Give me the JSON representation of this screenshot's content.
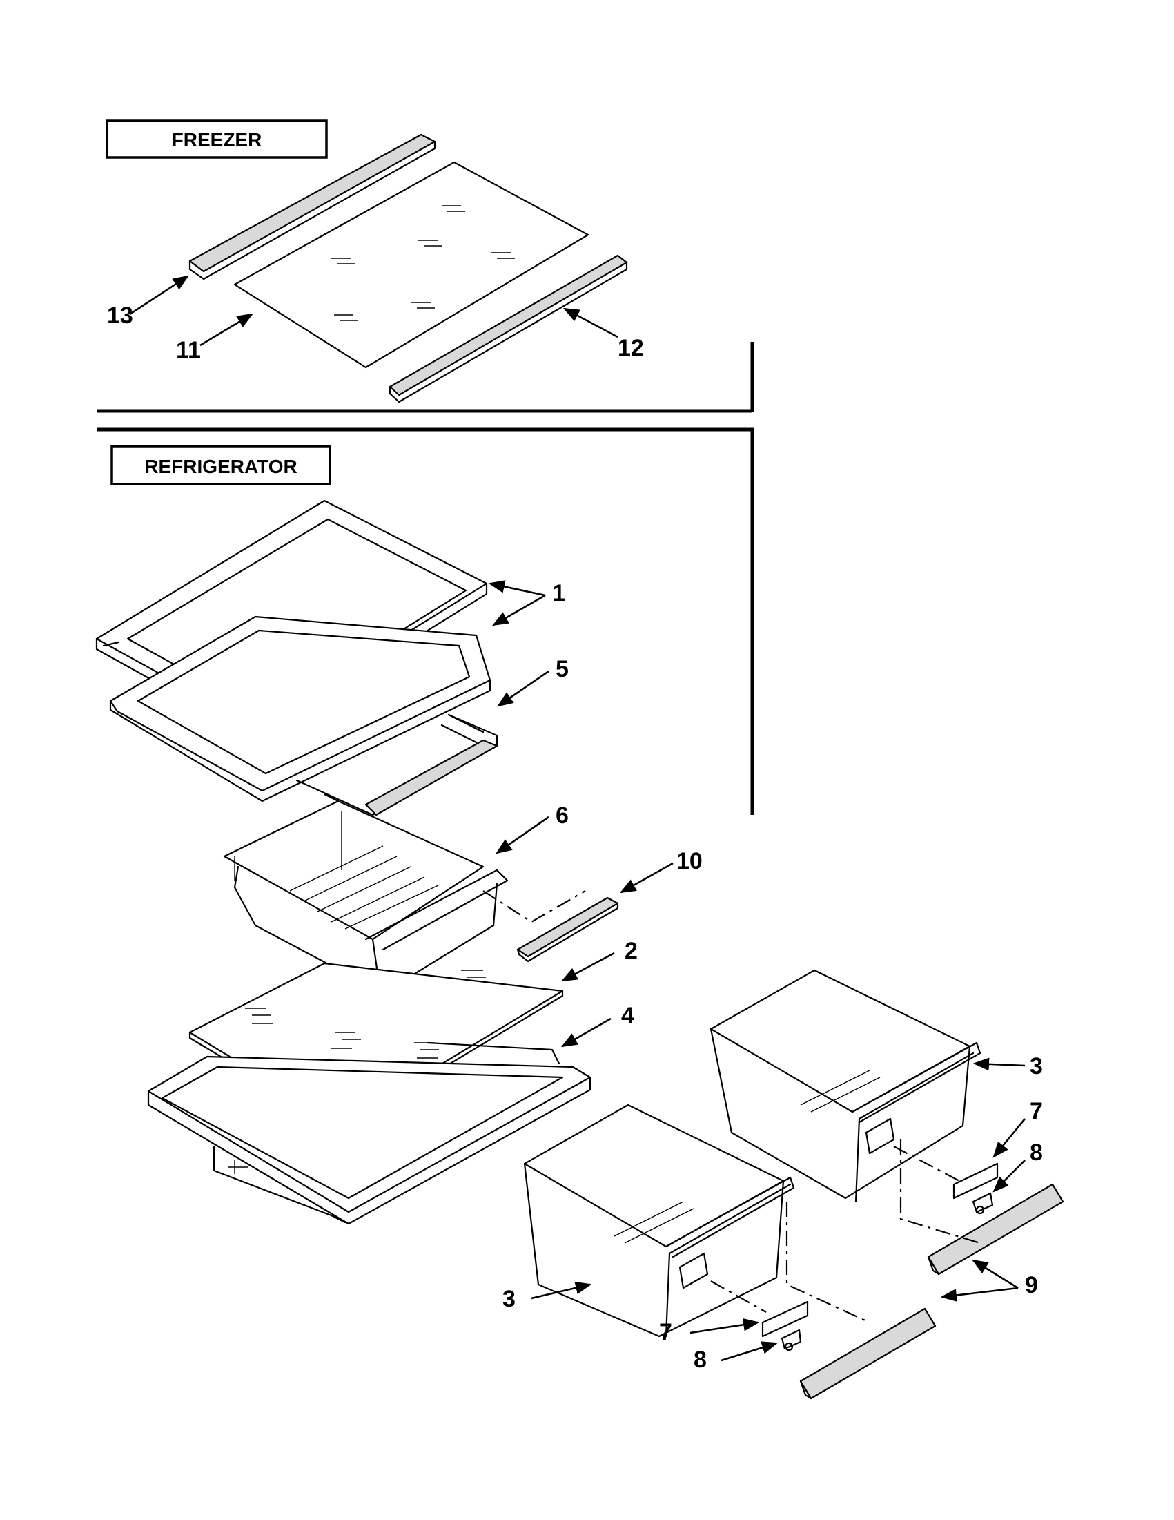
{
  "sections": {
    "freezer": "FREEZER",
    "refrigerator": "REFRIGERATOR"
  },
  "callouts": {
    "c1": "1",
    "c2": "2",
    "c3a": "3",
    "c3b": "3",
    "c4": "4",
    "c5": "5",
    "c6": "6",
    "c7a": "7",
    "c7b": "7",
    "c8a": "8",
    "c8b": "8",
    "c9": "9",
    "c10": "10",
    "c11": "11",
    "c12": "12",
    "c13": "13"
  }
}
